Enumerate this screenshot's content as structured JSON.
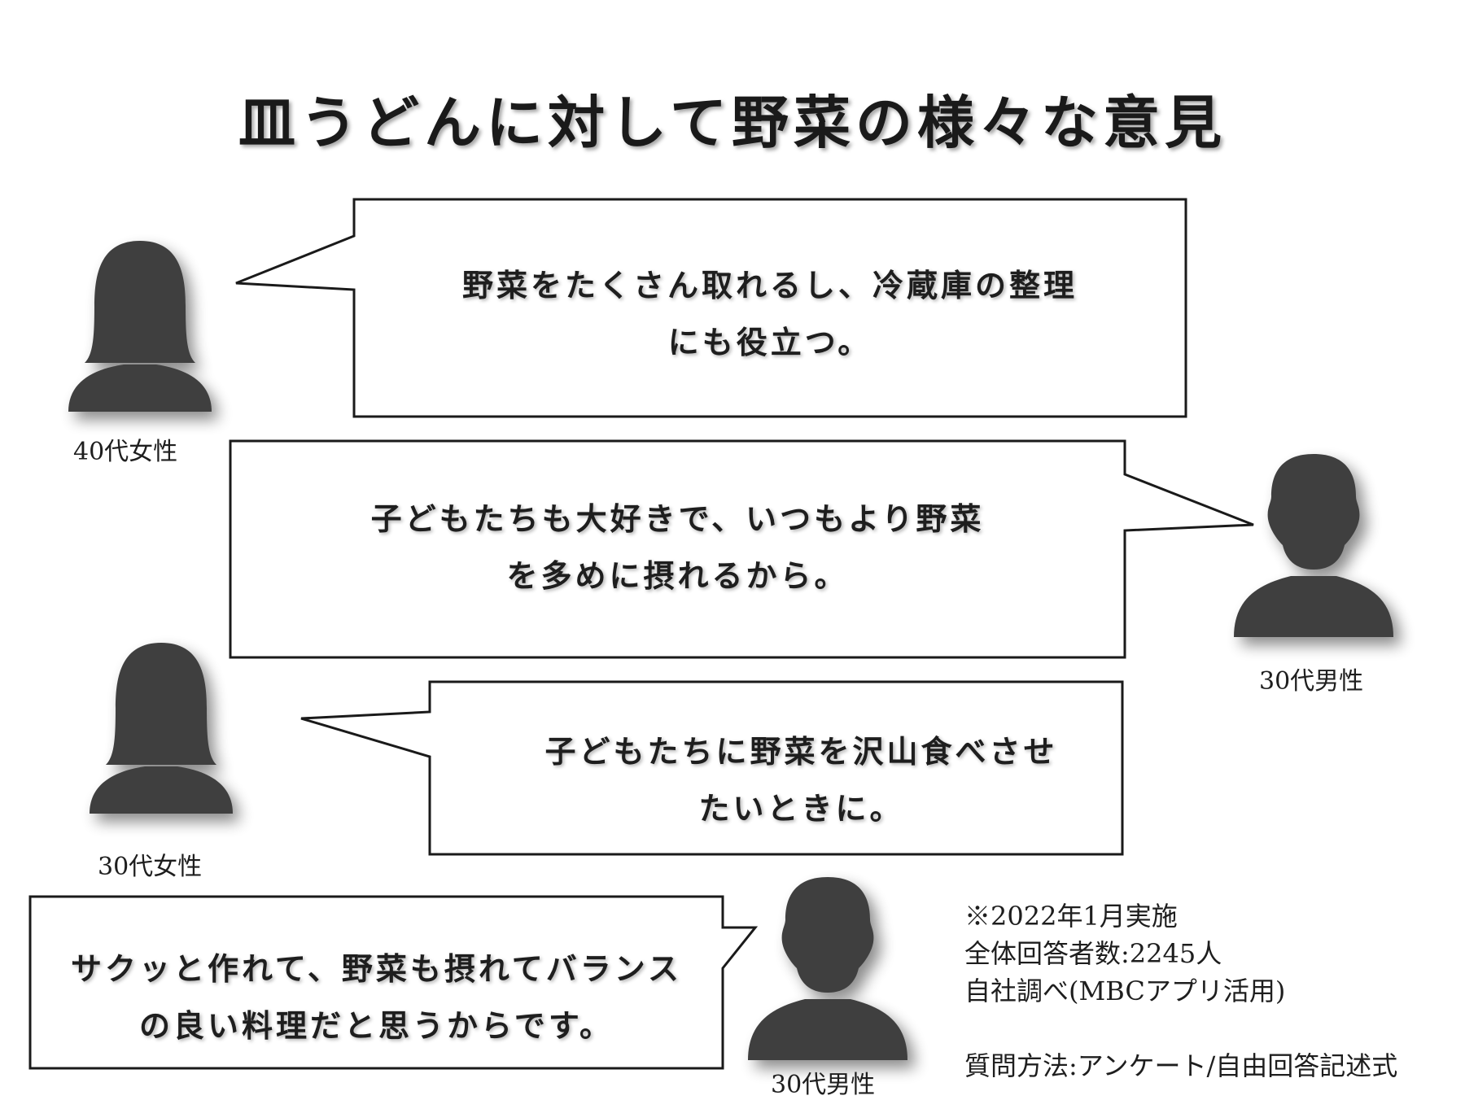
{
  "title": "皿うどんに対して野菜の様々な意見",
  "opinions": [
    {
      "lines": [
        "野菜をたくさん取れるし、冷蔵庫の整理",
        "にも役立つ。"
      ],
      "respondent": "40代女性",
      "avatar": "female-silhouette-icon"
    },
    {
      "lines": [
        "子どもたちも大好きで、いつもより野菜",
        "を多めに摂れるから。"
      ],
      "respondent": "30代男性",
      "avatar": "male-silhouette-icon"
    },
    {
      "lines": [
        "子どもたちに野菜を沢山食べさせ",
        "たいときに。"
      ],
      "respondent": "30代女性",
      "avatar": "female-silhouette-icon"
    },
    {
      "lines": [
        "サクッと作れて、野菜も摂れてバランス",
        "の良い料理だと思うからです。"
      ],
      "respondent": "30代男性",
      "avatar": "male-silhouette-icon"
    }
  ],
  "survey_note": {
    "date": "※2022年1月実施",
    "respondents": "全体回答者数:2245人",
    "source": "自社調べ(MBCアプリ活用)",
    "method": "質問方法:アンケート/自由回答記述式"
  },
  "colors": {
    "silhouette": "#3f3f3f",
    "bubble_stroke": "#1a1a1a",
    "text": "#1e1e1e"
  }
}
